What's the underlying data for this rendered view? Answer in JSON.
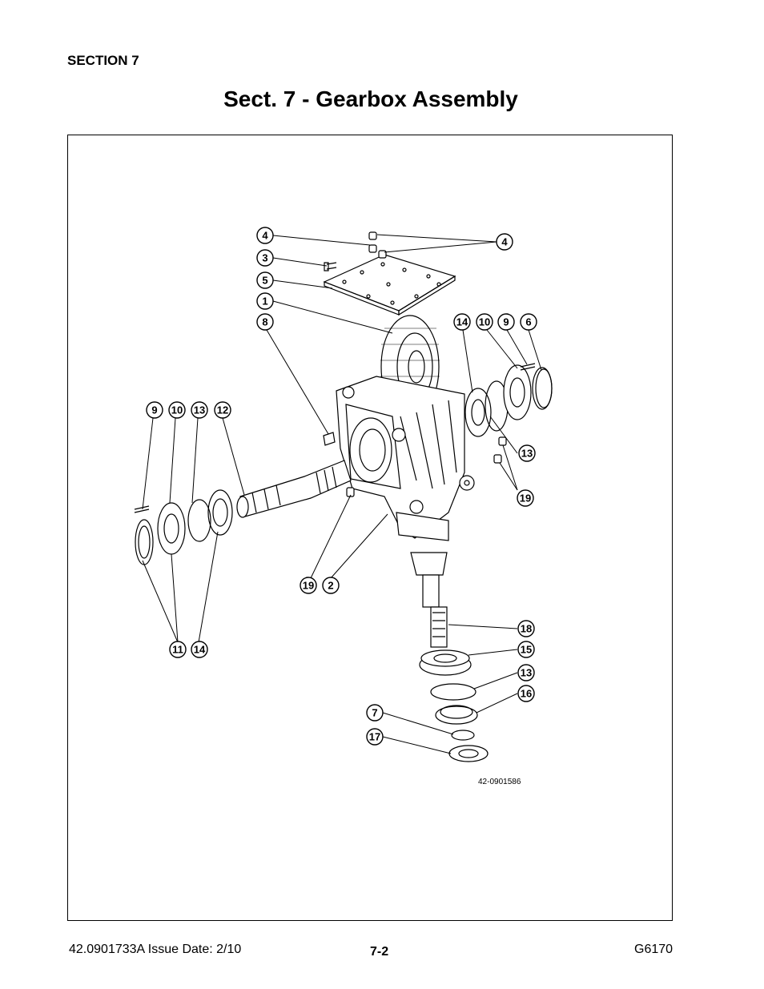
{
  "header": {
    "section": "SECTION 7",
    "title": "Sect. 7 - Gearbox Assembly"
  },
  "diagram": {
    "drawing_number": "42-0901586",
    "callouts": {
      "c4a": "4",
      "c4b": "4",
      "c3": "3",
      "c5": "5",
      "c1": "1",
      "c8": "8",
      "c14r": "14",
      "c10r": "10",
      "c9r": "9",
      "c6": "6",
      "c13r": "13",
      "c19r": "19",
      "c9l": "9",
      "c10l": "10",
      "c13l": "13",
      "c12": "12",
      "c19b": "19",
      "c2": "2",
      "c11": "11",
      "c14l": "14",
      "c18": "18",
      "c15": "15",
      "c13b": "13",
      "c16": "16",
      "c7": "7",
      "c17": "17"
    }
  },
  "footer": {
    "doc_issue": "42.0901733A  Issue Date: 2/10",
    "page_number": "7-2",
    "model": "G6170"
  }
}
